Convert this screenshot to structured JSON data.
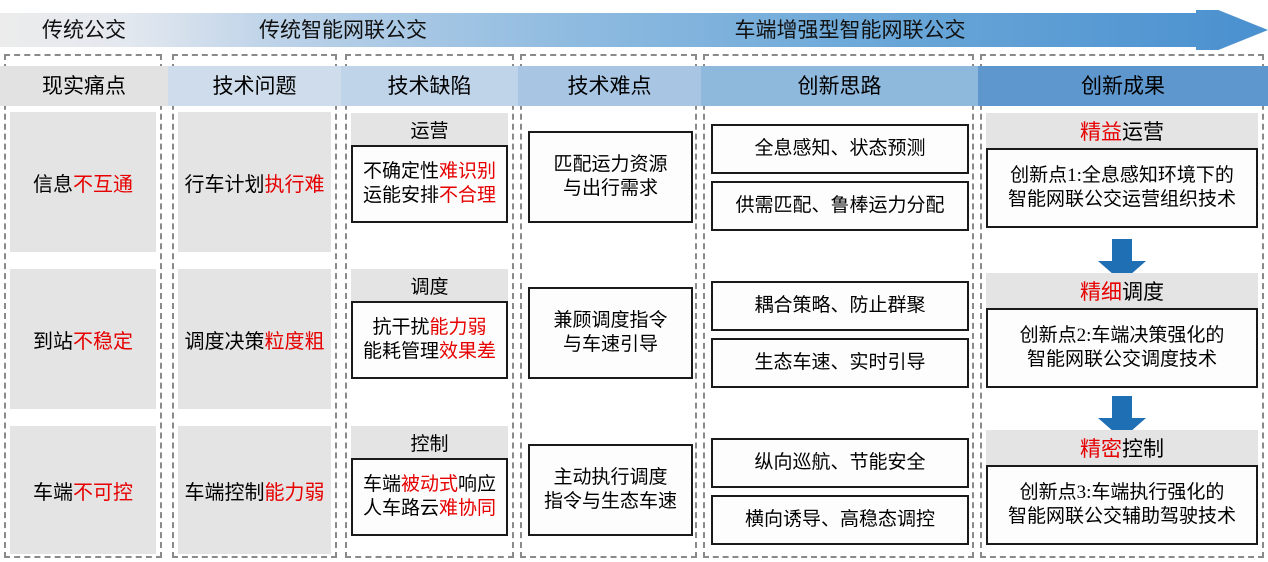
{
  "phases": [
    {
      "label": "传统公交"
    },
    {
      "label": "传统智能网联公交"
    },
    {
      "label": "车端增强型智能网联公交"
    }
  ],
  "columns": [
    {
      "header": "现实痛点"
    },
    {
      "header": "技术问题"
    },
    {
      "header": "技术缺陷"
    },
    {
      "header": "技术难点"
    },
    {
      "header": "创新思路"
    },
    {
      "header": "创新成果"
    }
  ],
  "rows": [
    {
      "pain": {
        "black": "信息",
        "red": "不互通"
      },
      "tech_problem": {
        "black": "行车计划",
        "red": "执行难"
      },
      "defect": {
        "title": "运营",
        "lines": [
          {
            "black": "不确定性",
            "red": "难识别"
          },
          {
            "black": "运能安排",
            "red": "不合理"
          }
        ]
      },
      "difficulty": {
        "lines": [
          "匹配运力资源",
          "与出行需求"
        ]
      },
      "ideas": [
        "全息感知、状态预测",
        "供需匹配、鲁棒运力分配"
      ],
      "result": {
        "title_red": "精益",
        "title_black": "运营",
        "lines": [
          "创新点1:全息感知环境下的",
          "智能网联公交运营组织技术"
        ]
      }
    },
    {
      "pain": {
        "black": "到站",
        "red": "不稳定"
      },
      "tech_problem": {
        "black": "调度决策",
        "red": "粒度粗"
      },
      "defect": {
        "title": "调度",
        "lines": [
          {
            "black": "抗干扰",
            "red": "能力弱"
          },
          {
            "black": "能耗管理",
            "red": "效果差"
          }
        ]
      },
      "difficulty": {
        "lines": [
          "兼顾调度指令",
          "与车速引导"
        ]
      },
      "ideas": [
        "耦合策略、防止群聚",
        "生态车速、实时引导"
      ],
      "result": {
        "title_red": "精细",
        "title_black": "调度",
        "lines": [
          "创新点2:车端决策强化的",
          "智能网联公交调度技术"
        ]
      }
    },
    {
      "pain": {
        "black": "车端",
        "red": "不可控"
      },
      "tech_problem": {
        "black": "车端控制",
        "red": "能力弱"
      },
      "defect": {
        "title": "控制",
        "lines": [
          {
            "black2": "车端",
            "red": "被动式",
            "black3": "响应"
          },
          {
            "black": "人车路云",
            "red": "难协同"
          }
        ]
      },
      "difficulty": {
        "lines": [
          "主动执行调度",
          "指令与生态车速"
        ]
      },
      "ideas": [
        "纵向巡航、节能安全",
        "横向诱导、高稳态调控"
      ],
      "result": {
        "title_red": "精密",
        "title_black": "控制",
        "lines": [
          "创新点3:车端执行强化的",
          "智能网联公交辅助驾驶技术"
        ]
      }
    }
  ],
  "colors": {
    "accent_blue": "#1f6fb5",
    "arrow_light": "#e8e8e8",
    "arrow_dark": "#3f86c8",
    "red": "#e60000",
    "band_gray": "#e4e4e4"
  }
}
